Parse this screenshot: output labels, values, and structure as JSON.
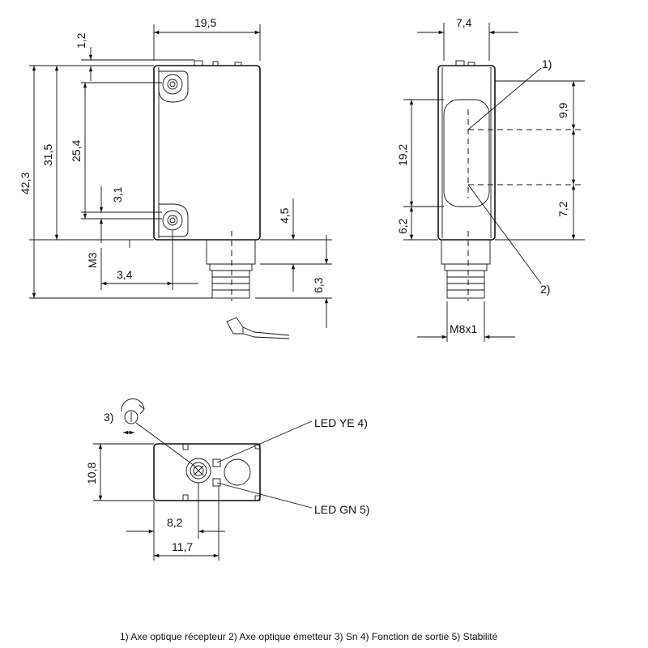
{
  "front_view": {
    "dims": {
      "width_top": "19,5",
      "offset_top": "1,2",
      "height_total": "42,3",
      "height_body": "31,5",
      "hole_spacing": "25,4",
      "hole_offset": "3,1",
      "thread": "M3",
      "hole_x": "3,4",
      "connector_gap": "4,5",
      "connector_len": "6,3"
    }
  },
  "side_view": {
    "dims": {
      "width_top": "7,4",
      "window_height": "19,2",
      "window_bottom": "6,2",
      "axis_top": "9,9",
      "axis_bottom": "7,2",
      "connector": "M8x1"
    },
    "callouts": {
      "receiver": "1)",
      "emitter": "2)"
    }
  },
  "top_view": {
    "dims": {
      "height": "10,8",
      "x_inner": "8,2",
      "x_outer": "11,7"
    },
    "callouts": {
      "sn": "3)",
      "led_ye": "LED YE 4)",
      "led_gn": "LED GN 5)"
    }
  },
  "legend": "1) Axe optique récepteur  2) Axe optique émetteur  3) Sn  4) Fonction de sortie  5) Stabilité"
}
